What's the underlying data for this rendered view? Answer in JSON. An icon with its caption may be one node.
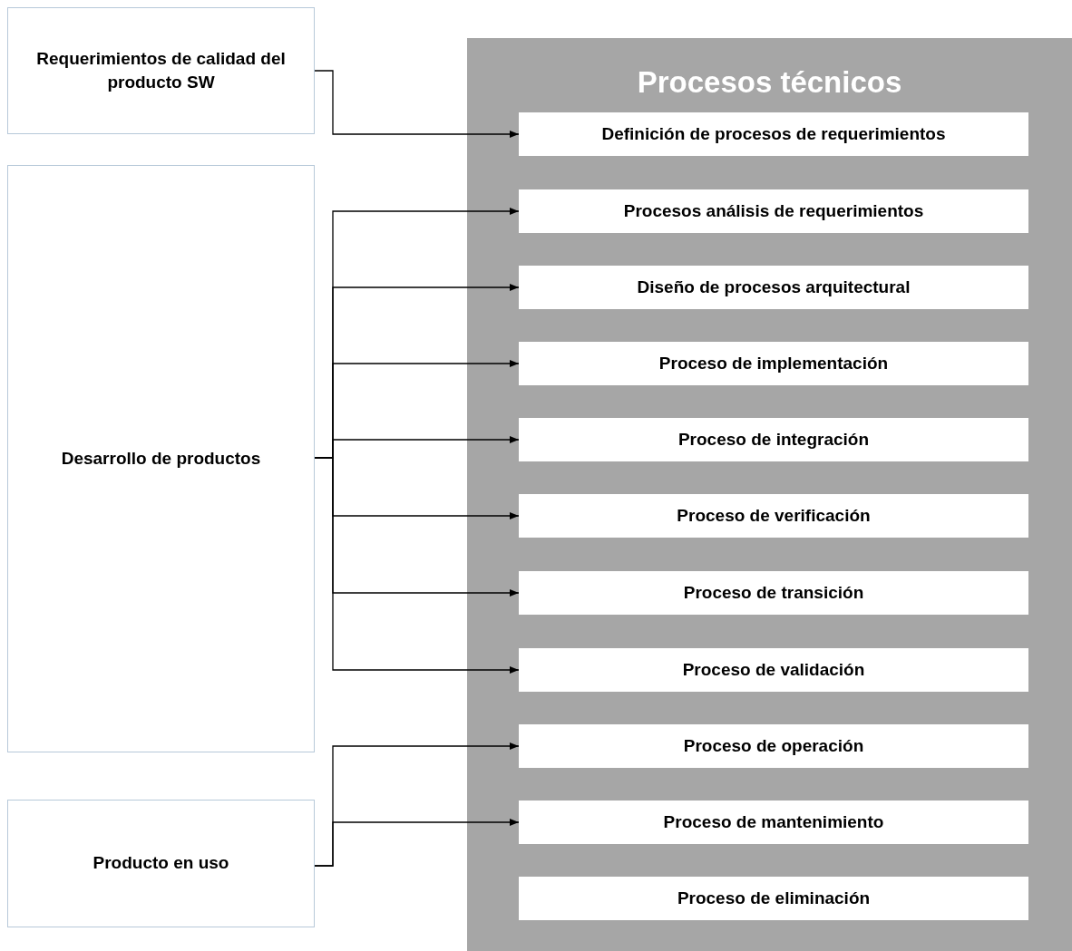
{
  "diagram": {
    "nodes": [
      {
        "text": [
          "Requerimientos de calidad del producto SW"
        ]
      },
      {
        "text": [
          "Desarrollo de productos"
        ]
      },
      {
        "text": [
          "Producto en uso"
        ]
      },
      {
        "text": [
          "Procesos técnicos"
        ]
      },
      {
        "text": [
          "Definición de procesos de requerimientos"
        ],
        "in": 3
      },
      {
        "text": [
          "Procesos análisis de requerimientos"
        ],
        "in": 3
      },
      {
        "text": [
          "Diseño de procesos arquitectural"
        ],
        "in": 3
      },
      {
        "text": [
          "Proceso de implementación"
        ],
        "in": 3
      },
      {
        "text": [
          "Proceso de integración"
        ],
        "in": 3
      },
      {
        "text": [
          "Proceso de verificación"
        ],
        "in": 3
      },
      {
        "text": [
          "Proceso de transición"
        ],
        "in": 3
      },
      {
        "text": [
          "Proceso de validación"
        ],
        "in": 3
      },
      {
        "text": [
          "Proceso de operación"
        ],
        "in": 3
      },
      {
        "text": [
          "Proceso de mantenimiento"
        ],
        "in": 3
      },
      {
        "text": [
          "Proceso de eliminación"
        ],
        "in": 3
      }
    ],
    "edges": [
      {
        "from": 0,
        "to": 4,
        "arrow": "to"
      },
      {
        "from": 1,
        "to": 5,
        "arrow": "to"
      },
      {
        "from": 1,
        "to": 6,
        "arrow": "to"
      },
      {
        "from": 1,
        "to": 7,
        "arrow": "to"
      },
      {
        "from": 1,
        "to": 8,
        "arrow": "to"
      },
      {
        "from": 1,
        "to": 9,
        "arrow": "to"
      },
      {
        "from": 1,
        "to": 10,
        "arrow": "to"
      },
      {
        "from": 1,
        "to": 11,
        "arrow": "to"
      },
      {
        "from": 2,
        "to": 12,
        "arrow": "to"
      },
      {
        "from": 2,
        "to": 13,
        "arrow": "to"
      }
    ]
  }
}
